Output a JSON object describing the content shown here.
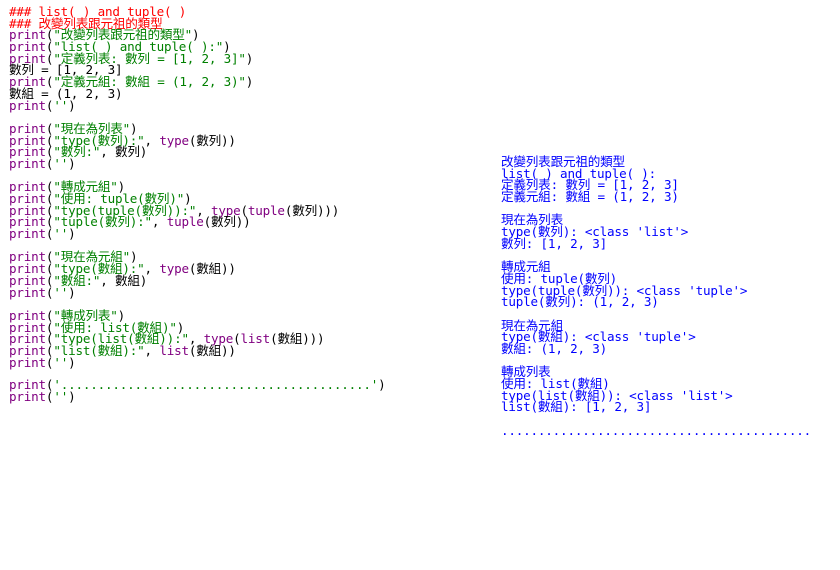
{
  "colors": {
    "comment": "#ff0000",
    "function": "#800080",
    "string": "#008000",
    "text": "#000000",
    "output": "#0000ff",
    "background": "#ffffff"
  },
  "code": [
    [
      {
        "k": "comment",
        "t": "### list( ) and tuple( )"
      }
    ],
    [
      {
        "k": "comment",
        "t": "### 改變列表跟元祖的類型"
      }
    ],
    [
      {
        "k": "fn",
        "t": "print"
      },
      {
        "k": "txt",
        "t": "("
      },
      {
        "k": "str",
        "t": "\"改變列表跟元祖的類型\""
      },
      {
        "k": "txt",
        "t": ")"
      }
    ],
    [
      {
        "k": "fn",
        "t": "print"
      },
      {
        "k": "txt",
        "t": "("
      },
      {
        "k": "str",
        "t": "\"list( ) and tuple( ):\""
      },
      {
        "k": "txt",
        "t": ")"
      }
    ],
    [
      {
        "k": "fn",
        "t": "print"
      },
      {
        "k": "txt",
        "t": "("
      },
      {
        "k": "str",
        "t": "\"定義列表: 數列 = [1, 2, 3]\""
      },
      {
        "k": "txt",
        "t": ")"
      }
    ],
    [
      {
        "k": "txt",
        "t": "數列 = [1, 2, 3]"
      }
    ],
    [
      {
        "k": "fn",
        "t": "print"
      },
      {
        "k": "txt",
        "t": "("
      },
      {
        "k": "str",
        "t": "\"定義元組: 數組 = (1, 2, 3)\""
      },
      {
        "k": "txt",
        "t": ")"
      }
    ],
    [
      {
        "k": "txt",
        "t": "數組 = (1, 2, 3)"
      }
    ],
    [
      {
        "k": "fn",
        "t": "print"
      },
      {
        "k": "txt",
        "t": "("
      },
      {
        "k": "str",
        "t": "''"
      },
      {
        "k": "txt",
        "t": ")"
      }
    ],
    [],
    [
      {
        "k": "fn",
        "t": "print"
      },
      {
        "k": "txt",
        "t": "("
      },
      {
        "k": "str",
        "t": "\"現在為列表\""
      },
      {
        "k": "txt",
        "t": ")"
      }
    ],
    [
      {
        "k": "fn",
        "t": "print"
      },
      {
        "k": "txt",
        "t": "("
      },
      {
        "k": "str",
        "t": "\"type(數列):\""
      },
      {
        "k": "txt",
        "t": ", "
      },
      {
        "k": "fn",
        "t": "type"
      },
      {
        "k": "txt",
        "t": "(數列))"
      }
    ],
    [
      {
        "k": "fn",
        "t": "print"
      },
      {
        "k": "txt",
        "t": "("
      },
      {
        "k": "str",
        "t": "\"數列:\""
      },
      {
        "k": "txt",
        "t": ", 數列)"
      }
    ],
    [
      {
        "k": "fn",
        "t": "print"
      },
      {
        "k": "txt",
        "t": "("
      },
      {
        "k": "str",
        "t": "''"
      },
      {
        "k": "txt",
        "t": ")"
      }
    ],
    [],
    [
      {
        "k": "fn",
        "t": "print"
      },
      {
        "k": "txt",
        "t": "("
      },
      {
        "k": "str",
        "t": "\"轉成元組\""
      },
      {
        "k": "txt",
        "t": ")"
      }
    ],
    [
      {
        "k": "fn",
        "t": "print"
      },
      {
        "k": "txt",
        "t": "("
      },
      {
        "k": "str",
        "t": "\"使用: tuple(數列)\""
      },
      {
        "k": "txt",
        "t": ")"
      }
    ],
    [
      {
        "k": "fn",
        "t": "print"
      },
      {
        "k": "txt",
        "t": "("
      },
      {
        "k": "str",
        "t": "\"type(tuple(數列)):\""
      },
      {
        "k": "txt",
        "t": ", "
      },
      {
        "k": "fn",
        "t": "type"
      },
      {
        "k": "txt",
        "t": "("
      },
      {
        "k": "fn",
        "t": "tuple"
      },
      {
        "k": "txt",
        "t": "(數列)))"
      }
    ],
    [
      {
        "k": "fn",
        "t": "print"
      },
      {
        "k": "txt",
        "t": "("
      },
      {
        "k": "str",
        "t": "\"tuple(數列):\""
      },
      {
        "k": "txt",
        "t": ", "
      },
      {
        "k": "fn",
        "t": "tuple"
      },
      {
        "k": "txt",
        "t": "(數列))"
      }
    ],
    [
      {
        "k": "fn",
        "t": "print"
      },
      {
        "k": "txt",
        "t": "("
      },
      {
        "k": "str",
        "t": "''"
      },
      {
        "k": "txt",
        "t": ")"
      }
    ],
    [],
    [
      {
        "k": "fn",
        "t": "print"
      },
      {
        "k": "txt",
        "t": "("
      },
      {
        "k": "str",
        "t": "\"現在為元組\""
      },
      {
        "k": "txt",
        "t": ")"
      }
    ],
    [
      {
        "k": "fn",
        "t": "print"
      },
      {
        "k": "txt",
        "t": "("
      },
      {
        "k": "str",
        "t": "\"type(數組):\""
      },
      {
        "k": "txt",
        "t": ", "
      },
      {
        "k": "fn",
        "t": "type"
      },
      {
        "k": "txt",
        "t": "(數組))"
      }
    ],
    [
      {
        "k": "fn",
        "t": "print"
      },
      {
        "k": "txt",
        "t": "("
      },
      {
        "k": "str",
        "t": "\"數組:\""
      },
      {
        "k": "txt",
        "t": ", 數組)"
      }
    ],
    [
      {
        "k": "fn",
        "t": "print"
      },
      {
        "k": "txt",
        "t": "("
      },
      {
        "k": "str",
        "t": "''"
      },
      {
        "k": "txt",
        "t": ")"
      }
    ],
    [],
    [
      {
        "k": "fn",
        "t": "print"
      },
      {
        "k": "txt",
        "t": "("
      },
      {
        "k": "str",
        "t": "\"轉成列表\""
      },
      {
        "k": "txt",
        "t": ")"
      }
    ],
    [
      {
        "k": "fn",
        "t": "print"
      },
      {
        "k": "txt",
        "t": "("
      },
      {
        "k": "str",
        "t": "\"使用: list(數組)\""
      },
      {
        "k": "txt",
        "t": ")"
      }
    ],
    [
      {
        "k": "fn",
        "t": "print"
      },
      {
        "k": "txt",
        "t": "("
      },
      {
        "k": "str",
        "t": "\"type(list(數組)):\""
      },
      {
        "k": "txt",
        "t": ", "
      },
      {
        "k": "fn",
        "t": "type"
      },
      {
        "k": "txt",
        "t": "("
      },
      {
        "k": "fn",
        "t": "list"
      },
      {
        "k": "txt",
        "t": "(數組)))"
      }
    ],
    [
      {
        "k": "fn",
        "t": "print"
      },
      {
        "k": "txt",
        "t": "("
      },
      {
        "k": "str",
        "t": "\"list(數組):\""
      },
      {
        "k": "txt",
        "t": ", "
      },
      {
        "k": "fn",
        "t": "list"
      },
      {
        "k": "txt",
        "t": "(數組))"
      }
    ],
    [
      {
        "k": "fn",
        "t": "print"
      },
      {
        "k": "txt",
        "t": "("
      },
      {
        "k": "str",
        "t": "''"
      },
      {
        "k": "txt",
        "t": ")"
      }
    ],
    [],
    [
      {
        "k": "fn",
        "t": "print"
      },
      {
        "k": "txt",
        "t": "("
      },
      {
        "k": "str",
        "t": "'..........................................'"
      },
      {
        "k": "txt",
        "t": ")"
      }
    ],
    [
      {
        "k": "fn",
        "t": "print"
      },
      {
        "k": "txt",
        "t": "("
      },
      {
        "k": "str",
        "t": "''"
      },
      {
        "k": "txt",
        "t": ")"
      }
    ]
  ],
  "output": [
    "改變列表跟元祖的類型",
    "list( ) and tuple( ):",
    "定義列表: 數列 = [1, 2, 3]",
    "定義元組: 數組 = (1, 2, 3)",
    "",
    "現在為列表",
    "type(數列): <class 'list'>",
    "數列: [1, 2, 3]",
    "",
    "轉成元組",
    "使用: tuple(數列)",
    "type(tuple(數列)): <class 'tuple'>",
    "tuple(數列): (1, 2, 3)",
    "",
    "現在為元組",
    "type(數組): <class 'tuple'>",
    "數組: (1, 2, 3)",
    "",
    "轉成列表",
    "使用: list(數組)",
    "type(list(數組)): <class 'list'>",
    "list(數組): [1, 2, 3]",
    "",
    ".........................................."
  ]
}
